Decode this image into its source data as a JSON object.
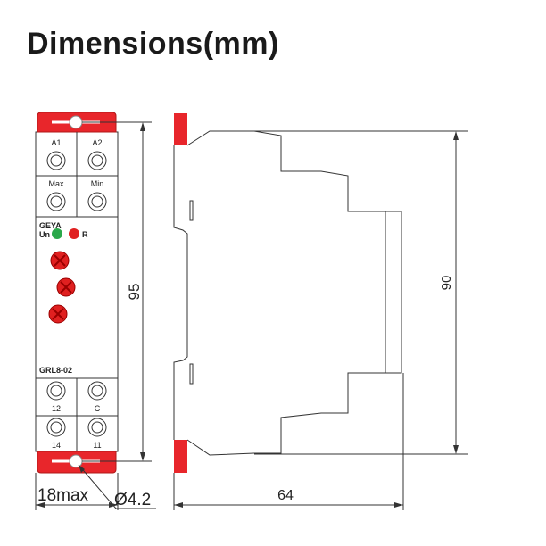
{
  "title": "Dimensions(mm)",
  "front_view": {
    "terminals_top": [
      "A1",
      "A2"
    ],
    "terminals_mid": [
      "Max",
      "Min"
    ],
    "brand": "GEYA",
    "indicators": [
      {
        "label": "Un",
        "color": "#2aa84a"
      },
      {
        "label": "R",
        "color": "#e02020"
      }
    ],
    "model": "GRL8-02",
    "terminals_bottom_1": [
      "12",
      "C"
    ],
    "terminals_bottom_2": [
      "14",
      "11"
    ]
  },
  "dimensions": {
    "height_front": "95",
    "height_side": "90",
    "width_front": "18max",
    "depth_side": "64",
    "hole": "Ø4.2"
  },
  "colors": {
    "accent": "#e8262b",
    "line": "#333333"
  }
}
